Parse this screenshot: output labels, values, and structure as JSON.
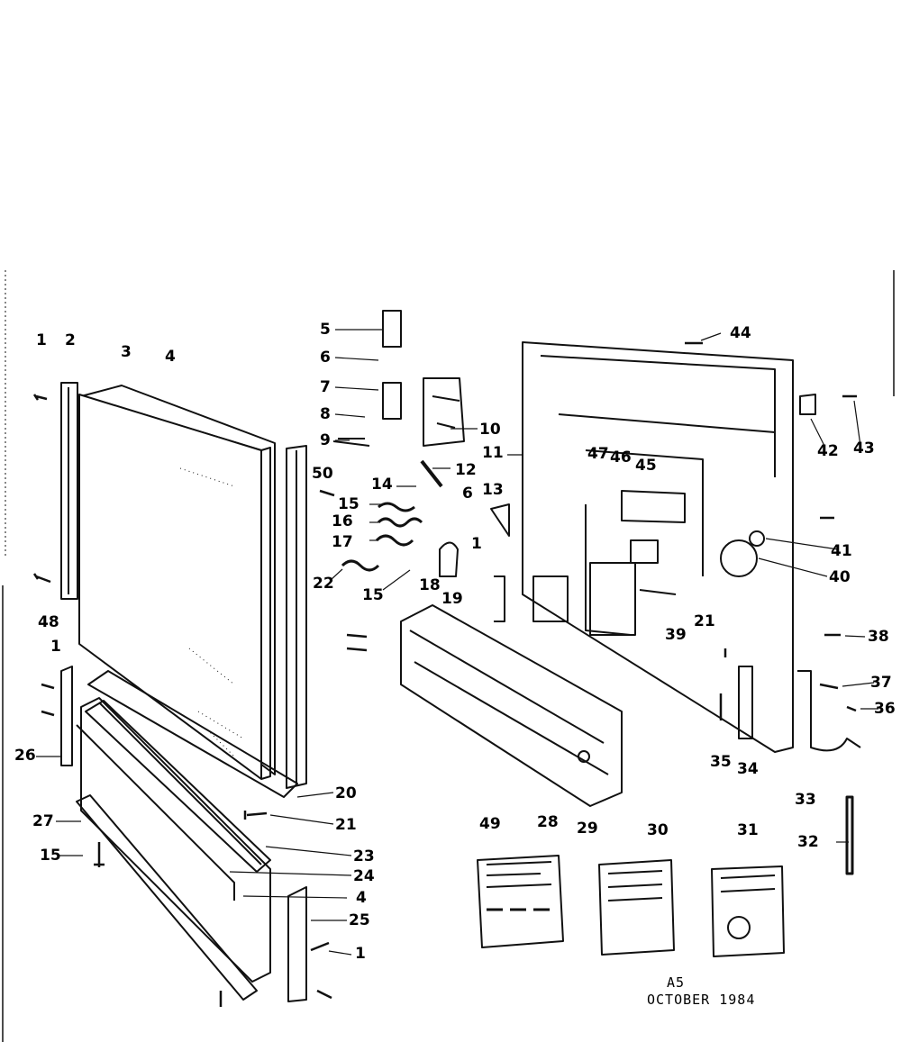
{
  "callouts": [
    "1",
    "2",
    "3",
    "4",
    "5",
    "6",
    "7",
    "8",
    "9",
    "10",
    "11",
    "12",
    "13",
    "14",
    "15",
    "16",
    "17",
    "22",
    "15",
    "18",
    "19",
    "1",
    "6",
    "50",
    "44",
    "42",
    "43",
    "47",
    "46",
    "45",
    "41",
    "40",
    "39",
    "21",
    "38",
    "37",
    "36",
    "35",
    "34",
    "33",
    "32",
    "31",
    "30",
    "29",
    "28",
    "20",
    "21",
    "23",
    "24",
    "4",
    "25",
    "1",
    "15",
    "27",
    "26",
    "1",
    "48",
    "49"
  ],
  "footer": {
    "code": "A5",
    "date": "OCTOBER 1984"
  },
  "colors": {
    "ink": "#111111",
    "paper": "#ffffff"
  }
}
